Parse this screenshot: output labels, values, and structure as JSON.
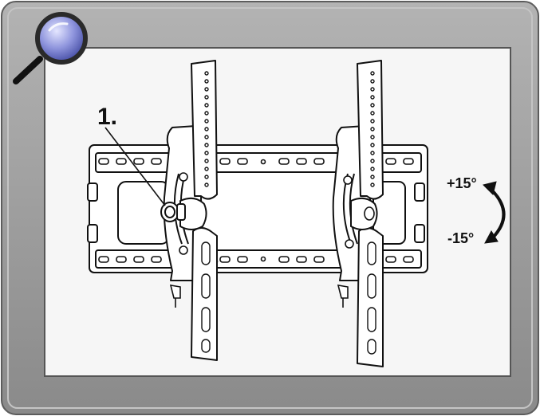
{
  "diagram": {
    "callout_number": "1.",
    "tilt_up_label": "+15°",
    "tilt_down_label": "-15°"
  },
  "icons": {
    "zoom": "magnifier-icon",
    "tilt": "curved-arrow-icon"
  },
  "colors": {
    "frame_outer": "#8f8f8f",
    "frame_inner": "#a6a6a6",
    "frame_edge": "#5c5c5c",
    "canvas": "#f6f6f6",
    "ink": "#111111",
    "lens": "#6c73c8",
    "bracket": "#ffffff"
  }
}
